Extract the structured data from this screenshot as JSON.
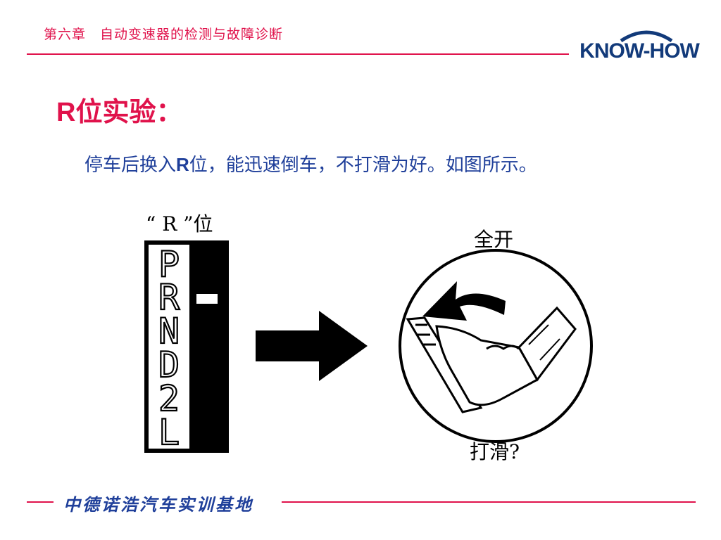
{
  "header": {
    "chapter_title": "第六章　自动变速器的检测与故障诊断",
    "logo_text": "KNOW-HOW"
  },
  "slide": {
    "heading": "R位实验：",
    "body_prefix": "停车后换入",
    "body_bold": "R",
    "body_suffix": "位，能迅速倒车，不打滑为好。如图所示。"
  },
  "figure": {
    "gear_label": "“ R ”位",
    "gear_letters": [
      "P",
      "R",
      "N",
      "D",
      "2",
      "L"
    ],
    "pedal_label": "全开",
    "slip_label": "打滑?"
  },
  "footer": {
    "text": "中德诺浩汽车实训基地"
  },
  "colors": {
    "accent_red": "#e0124b",
    "text_blue": "#1f3f9a",
    "logo_blue": "#123a7a"
  }
}
